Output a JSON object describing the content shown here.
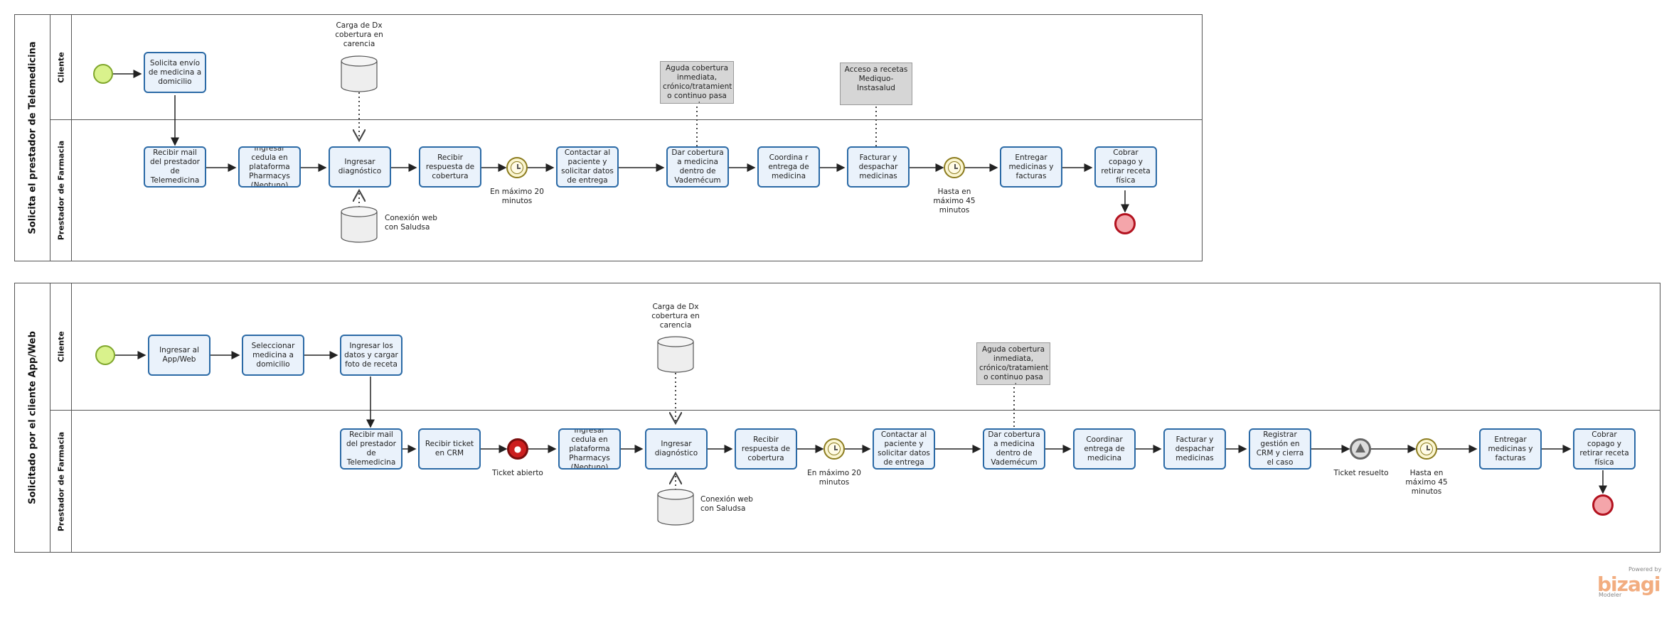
{
  "pools": [
    {
      "name": "Solicita el prestador de Telemedicina",
      "lanes": [
        "Cliente",
        "Prestador de Farmacia"
      ]
    },
    {
      "name": "Solicitado por el cliente App/Web",
      "lanes": [
        "Cliente",
        "Prestador de Farmacia"
      ]
    }
  ],
  "pool1": {
    "tasks": {
      "t1": "Solicita envío de medicina a domicilio",
      "t2": "Recibir mail del prestador de Telemedicina",
      "t3": "Ingresar cedula en plataforma Pharmacys (Neotuno)",
      "t4": "Ingresar diagnóstico",
      "t5": "Recibir respuesta de cobertura",
      "t6": "Contactar al paciente y solicitar datos de entrega",
      "t7": "Dar cobertura a medicina dentro de Vademécum",
      "t8": "Coordina r entrega de medicina",
      "t9": "Facturar y despachar medicinas",
      "t10": "Entregar medicinas y facturas",
      "t11": "Cobrar copago y retirar receta física"
    },
    "stores": {
      "s1": "Carga de Dx cobertura en carencia",
      "s2": "Conexión web con Saludsa"
    },
    "notes": {
      "n1": "Aguda cobertura inmediata, crónico/tratamient o continuo pasa al",
      "n2": "Acceso a recetas Mediquo-Instasalud"
    },
    "events": {
      "timer1": "En máximo 20 minutos",
      "timer2": "Hasta en máximo 45 minutos"
    }
  },
  "pool2": {
    "tasks": {
      "t1": "Ingresar al App/Web",
      "t2": "Seleccionar medicina a domicilio",
      "t3": "Ingresar los datos y cargar foto de receta",
      "t4": "Recibir mail del prestador de Telemedicina",
      "t5": "Recibir ticket en CRM",
      "t6": "Ingresar cedula en plataforma Pharmacys (Neotuno)",
      "t7": "Ingresar diagnóstico",
      "t8": "Recibir respuesta de cobertura",
      "t9": "Contactar al paciente y solicitar datos de entrega",
      "t10": "Dar cobertura a medicina dentro de Vademécum",
      "t11": "Coordinar entrega de medicina",
      "t12": "Facturar y despachar medicinas",
      "t13": "Registrar gestión en CRM y cierra el caso",
      "t14": "Entregar medicinas y facturas",
      "t15": "Cobrar copago y retirar receta física"
    },
    "stores": {
      "s1": "Carga de Dx cobertura en carencia",
      "s2": "Conexión web con Saludsa"
    },
    "notes": {
      "n1": "Aguda cobertura inmediata, crónico/tratamient o continuo pasa al"
    },
    "events": {
      "ticket_open": "Ticket abierto",
      "timer1": "En máximo 20 minutos",
      "ticket_resolved": "Ticket resuelto",
      "timer2": "Hasta en máximo 45 minutos"
    }
  },
  "branding": {
    "powered": "Powered by",
    "logo": "bizagi",
    "sub": "Modeler"
  },
  "colors": {
    "task_fill": "#eaf2fb",
    "task_border": "#2b6aa6",
    "start_fill": "#d9f28c",
    "end_fill": "#f4a5aa",
    "note_fill": "#d6d6d6",
    "logo": "#f2ad80"
  }
}
